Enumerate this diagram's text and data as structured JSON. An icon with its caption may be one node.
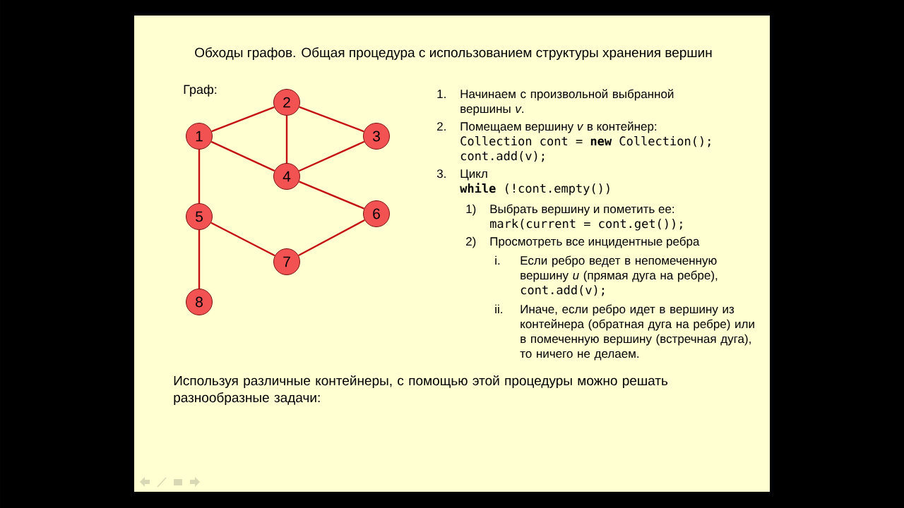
{
  "diagram": {
    "title": "Обходы графов. Общая процедура с использованием структуры хранения вершин",
    "nodes": [
      {
        "text": [
          "1"
        ]
      },
      {
        "text": [
          "2"
        ]
      },
      {
        "text": [
          "3"
        ]
      },
      {
        "text": [
          "4"
        ]
      },
      {
        "text": [
          "5"
        ]
      },
      {
        "text": [
          "6"
        ]
      },
      {
        "text": [
          "7"
        ]
      },
      {
        "text": [
          "8"
        ]
      }
    ],
    "edges": [
      {
        "from": 0,
        "to": 1,
        "arrow": "none"
      },
      {
        "from": 1,
        "to": 2,
        "arrow": "none"
      },
      {
        "from": 1,
        "to": 3,
        "arrow": "none"
      },
      {
        "from": 0,
        "to": 3,
        "arrow": "none"
      },
      {
        "from": 2,
        "to": 3,
        "arrow": "none"
      },
      {
        "from": 0,
        "to": 4,
        "arrow": "none"
      },
      {
        "from": 3,
        "to": 5,
        "arrow": "none"
      },
      {
        "from": 4,
        "to": 6,
        "arrow": "none"
      },
      {
        "from": 5,
        "to": 6,
        "arrow": "none"
      },
      {
        "from": 4,
        "to": 7,
        "arrow": "none"
      }
    ],
    "labels": [
      "Граф:",
      "1.",
      "Начинаем с произвольной выбранной вершины *v*.",
      "2.",
      "Помещаем вершину *v* в контейнер:",
      "Collection cont = **new** Collection();",
      "cont.add(v);",
      "3.",
      "Цикл",
      "**while** (!cont.empty())",
      "1)",
      "Выбрать вершину и пометить ее:",
      "mark(current = cont.get());",
      "2)",
      "Просмотреть все инцидентные ребра",
      "i.",
      "Если ребро ведет в непомеченную вершину  *u* (прямая дуга на ребре),",
      "cont.add(v);",
      "ii.",
      "Иначе, если ребро идет в вершину из контейнера (обратная дуга на ребре) или в помеченную вершину (встречная дуга), то ничего не делаем.",
      "Используя различные контейнеры, с помощью этой процедуры можно решать разнообразные задачи:"
    ]
  }
}
